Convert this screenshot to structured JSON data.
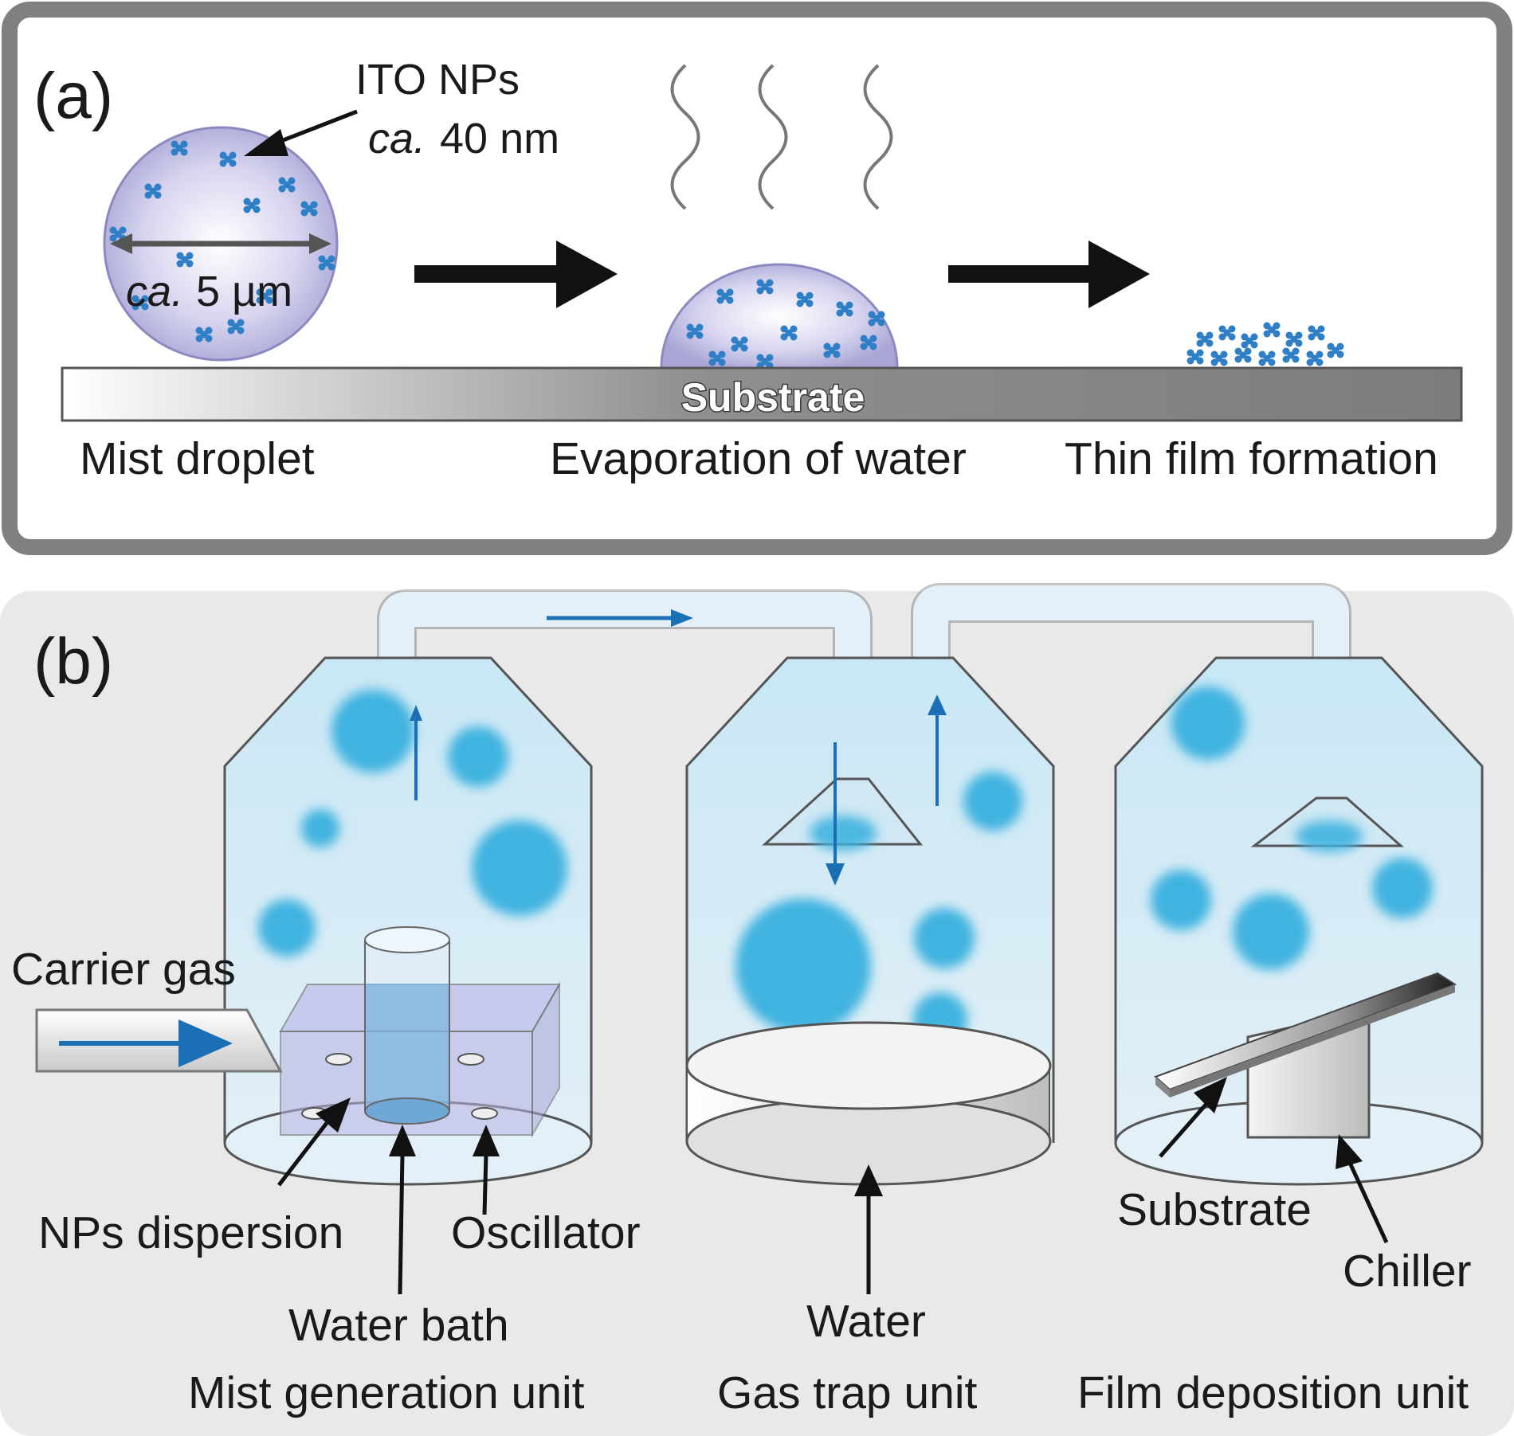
{
  "panel_a": {
    "label": "(a)",
    "np_label": "ITO NPs",
    "np_size_prefix": "ca.",
    "np_size_value": "40 nm",
    "droplet_size_prefix": "ca.",
    "droplet_size_value": "5 µm",
    "substrate": "Substrate",
    "steps": [
      "Mist droplet",
      "Evaporation of water",
      "Thin film formation"
    ]
  },
  "panel_b": {
    "label": "(b)",
    "carrier_gas": "Carrier gas",
    "np_dispersion": "NPs dispersion",
    "oscillator": "Oscillator",
    "water_bath": "Water bath",
    "mist_unit": "Mist generation unit",
    "water": "Water",
    "gas_trap_unit": "Gas trap unit",
    "substrate": "Substrate",
    "chiller": "Chiller",
    "film_unit": "Film deposition unit"
  },
  "colors": {
    "mist_blue": "#3fb3e0",
    "arrow_blue": "#1a6fb5",
    "np_blue": "#2f7fc7",
    "panel_border": "#808080",
    "panel_b_bg": "#e9e9e9"
  }
}
